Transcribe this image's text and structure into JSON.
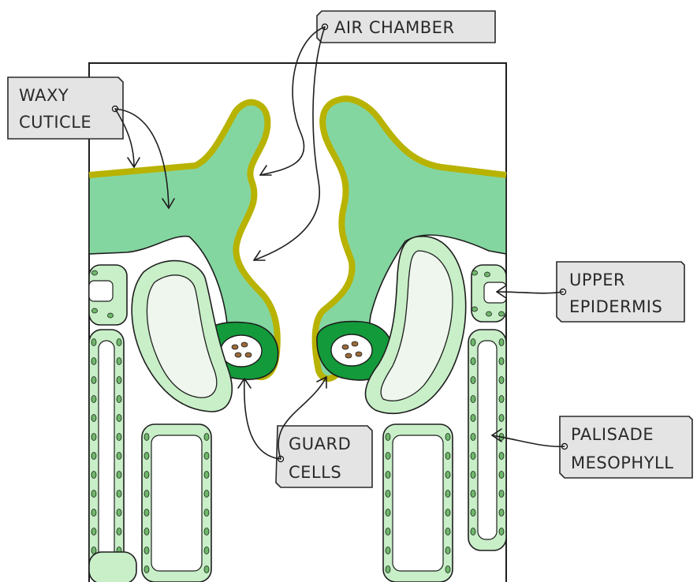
{
  "labels": {
    "air_chamber": "AIR CHAMBER",
    "waxy_cuticle_1": "WAXY",
    "waxy_cuticle_2": "CUTICLE",
    "upper_epidermis_1": "UPPER",
    "upper_epidermis_2": "EPIDERMIS",
    "guard_cells_1": "GUARD",
    "guard_cells_2": "CELLS",
    "palisade_mesophyll_1": "PALISADE",
    "palisade_mesophyll_2": "MESOPHYLL"
  },
  "colors": {
    "cuticle": "#b8b200",
    "epidermis": "#84d6a0",
    "guard_cell": "#139a3a",
    "cell_wall": "#c8efc8",
    "cell_inner": "#eef6ee",
    "chloroplast": "#6eb86a",
    "nucleus_dot": "#9a6a3a",
    "label_bg": "#e4e4e4"
  }
}
